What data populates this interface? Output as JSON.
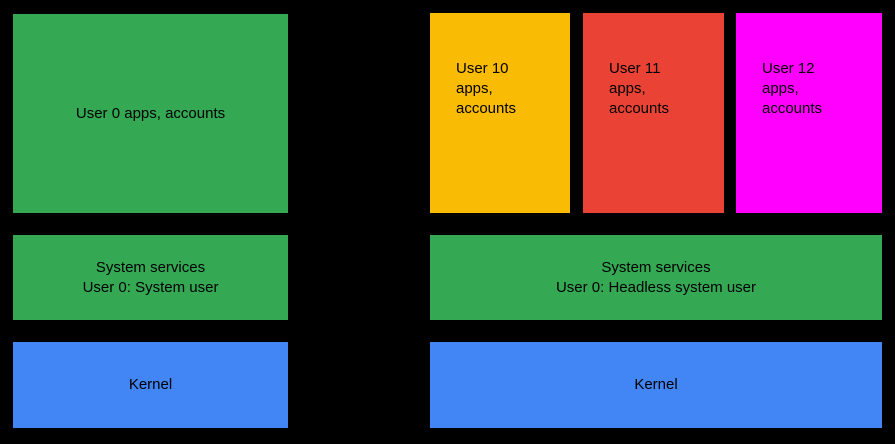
{
  "diagram": {
    "background_color": "#000000",
    "type": "layered-architecture-diagram",
    "colors": {
      "green": "#34A853",
      "blue": "#4285F4",
      "yellow": "#FABB05",
      "red": "#EA4335",
      "magenta": "#FF00FF",
      "text": "#000000"
    }
  },
  "left_stack": {
    "user_apps": {
      "label": "User 0 apps, accounts",
      "color": "#34A853"
    },
    "system_services": {
      "label": "System services\nUser 0: System user",
      "color": "#34A853"
    },
    "kernel": {
      "label": "Kernel",
      "color": "#4285F4"
    }
  },
  "right_stack": {
    "user_apps": [
      {
        "label": "User 10\napps,\naccounts",
        "color": "#FABB05"
      },
      {
        "label": "User 11\napps,\naccounts",
        "color": "#EA4335"
      },
      {
        "label": "User 12\napps,\naccounts",
        "color": "#FF00FF"
      }
    ],
    "system_services": {
      "label": "System services\nUser 0: Headless system user",
      "color": "#34A853"
    },
    "kernel": {
      "label": "Kernel",
      "color": "#4285F4"
    }
  }
}
